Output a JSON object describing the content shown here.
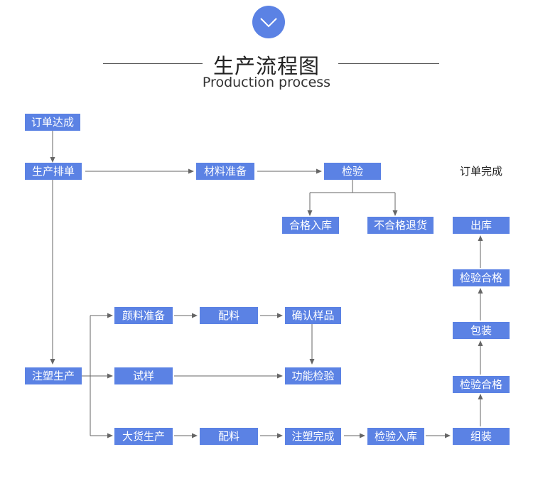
{
  "colors": {
    "accent": "#5b82e4",
    "node_text": "#ffffff",
    "arrow": "#666666"
  },
  "header": {
    "icon": "chevron-down-icon",
    "title_cn": "生产流程图",
    "title_en": "Production process"
  },
  "nodes": {
    "order_reached": "订单达成",
    "production_schedule": "生产排单",
    "material_prep": "材料准备",
    "inspection": "检验",
    "order_complete": "订单完成",
    "qualified_storage": "合格入库",
    "unqualified_return": "不合格退货",
    "ship_out": "出库",
    "inspection_passed_1": "检验合格",
    "packaging": "包装",
    "inspection_passed_2": "检验合格",
    "pigment_prep": "颜料准备",
    "batching_1": "配料",
    "confirm_sample": "确认样品",
    "injection_molding": "注塑生产",
    "trial_sample": "试样",
    "function_test": "功能检验",
    "bulk_production": "大货生产",
    "batching_2": "配料",
    "molding_complete": "注塑完成",
    "inspection_storage": "检验入库",
    "assembly": "组装"
  }
}
